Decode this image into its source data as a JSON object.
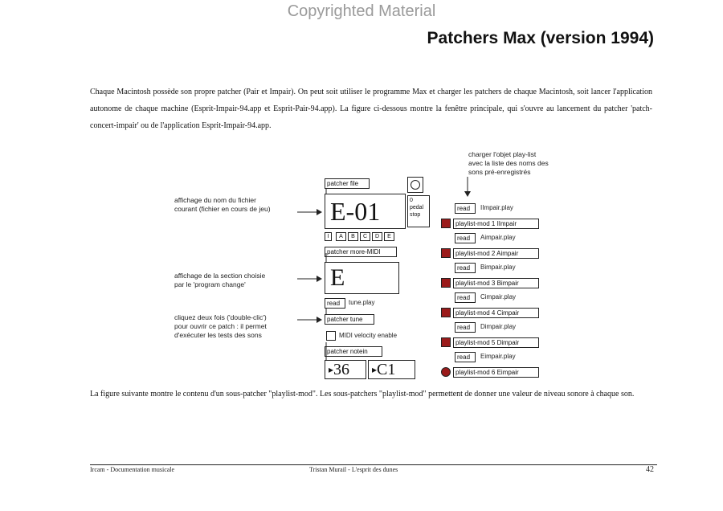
{
  "watermark": "Copyrighted Material",
  "title": "Patchers Max (version 1994)",
  "paragraph1": "Chaque Macintosh possède son propre patcher (Pair et Impair). On peut soit utiliser le programme Max et charger les patchers de chaque Macintosh, soit lancer l'application autonome de chaque machine (Esprit-Impair-94.app et Esprit-Pair-94.app). La figure ci-dessous montre la fenêtre principale, qui s'ouvre au lancement du patcher 'patch-concert-impair' ou de l'application Esprit-Impair-94.app.",
  "annotations": {
    "top_right": [
      "charger l'objet play-list",
      "avec la liste des noms des",
      "sons pré-enregistrés"
    ],
    "file": [
      "affichage du nom du fichier",
      "courant (fichier en cours de jeu)"
    ],
    "section": [
      "affichage de la section choisie",
      "par le 'program change'"
    ],
    "doubleclick": [
      "cliquez deux fois ('double-clic')",
      "pour ouvrir ce patch : il permet",
      "d'exécuter les tests des sons"
    ]
  },
  "patch": {
    "patcher_file": "patcher file",
    "file_display": "E-01",
    "pedal": [
      "0",
      "pedal",
      "stop"
    ],
    "section_buttons": [
      "I",
      "A",
      "B",
      "C",
      "D",
      "E"
    ],
    "patcher_more_midi": "patcher more-MIDI",
    "section_display": "E",
    "read": "read",
    "tune_play": "tune.play",
    "patcher_tune": "patcher tune",
    "midi_velocity": "MIDI velocity enable",
    "patcher_notein": "patcher notein",
    "num_left": "36",
    "num_right": "C1"
  },
  "playlist": [
    {
      "read": "read",
      "file": "IImpair.play",
      "mod": "playlist-mod 1 IImpair"
    },
    {
      "read": "read",
      "file": "Aimpair.play",
      "mod": "playlist-mod 2 Aimpair"
    },
    {
      "read": "read",
      "file": "Bimpair.play",
      "mod": "playlist-mod 3 Bimpair"
    },
    {
      "read": "read",
      "file": "Cimpair.play",
      "mod": "playlist-mod 4 Cimpair"
    },
    {
      "read": "read",
      "file": "Dimpair.play",
      "mod": "playlist-mod 5 Dimpair"
    },
    {
      "read": "read",
      "file": "Eimpair.play",
      "mod": "playlist-mod 6 Eimpair"
    }
  ],
  "paragraph2": "La figure suivante montre le contenu d'un sous-patcher \"playlist-mod\". Les sous-patchers \"playlist-mod\" permettent de donner une valeur de niveau sonore à chaque son.",
  "footer": {
    "left": "Ircam - Documentation musicale",
    "center": "Tristan Murail - L'esprit des dunes",
    "page": "42"
  },
  "colors": {
    "accent_red": "#9b1b1b"
  }
}
